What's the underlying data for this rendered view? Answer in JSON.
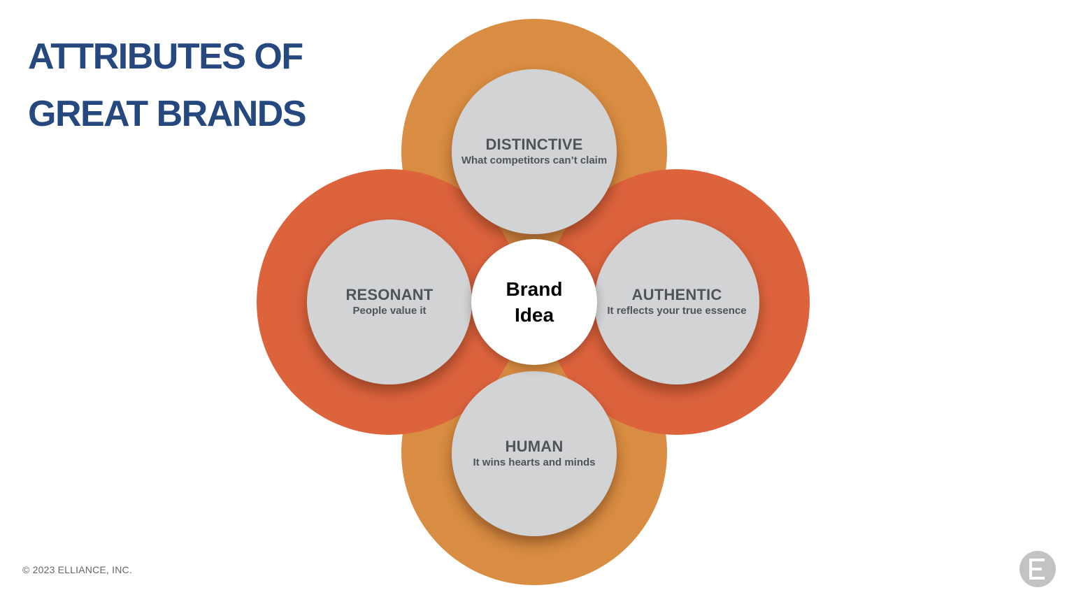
{
  "title": {
    "line1": "ATTRIBUTES OF",
    "line2": "GREAT BRANDS"
  },
  "center": {
    "line1": "Brand",
    "line2": "Idea"
  },
  "attributes": {
    "top": {
      "heading": "DISTINCTIVE",
      "subtitle": "What competitors can’t claim"
    },
    "left": {
      "heading": "RESONANT",
      "subtitle": "People value it"
    },
    "right": {
      "heading": "AUTHENTIC",
      "subtitle": "It reflects your true essence"
    },
    "bottom": {
      "heading": "HUMAN",
      "subtitle": "It wins hearts and minds"
    }
  },
  "colors": {
    "title": "#25497f",
    "ring_vertical": "#d98d42",
    "ring_horizontal": "#dd633d",
    "bubble": "#d2d3d5",
    "bubble_text": "#50535a"
  },
  "footer": {
    "copyright": "© 2023 ELLIANCE, INC."
  },
  "logo": {
    "icon": "elliance-e-logo-icon",
    "letter": "E"
  }
}
